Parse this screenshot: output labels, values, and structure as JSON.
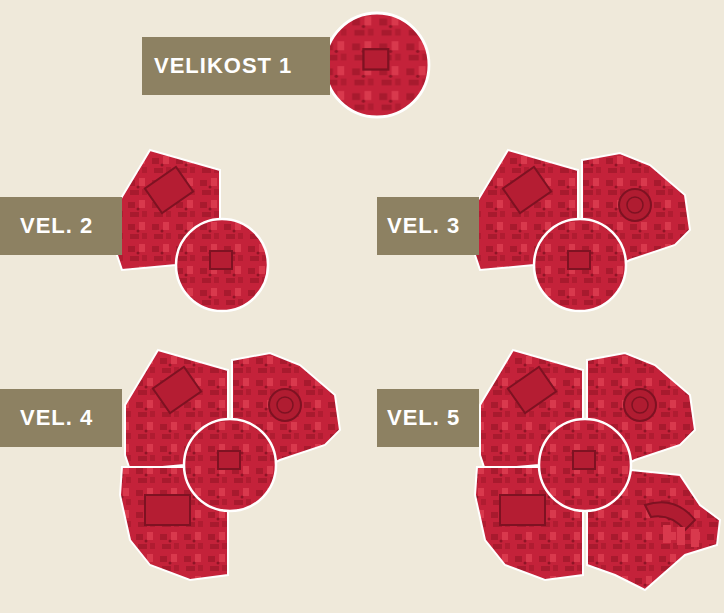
{
  "diagram": {
    "nodes": [
      {
        "text": [
          "VELIKOST 1"
        ]
      },
      {
        "text": [
          "VEL. 2"
        ]
      },
      {
        "text": [
          "VEL. 3"
        ]
      },
      {
        "text": [
          "VEL. 4"
        ]
      },
      {
        "text": [
          "VEL. 5"
        ]
      }
    ]
  }
}
